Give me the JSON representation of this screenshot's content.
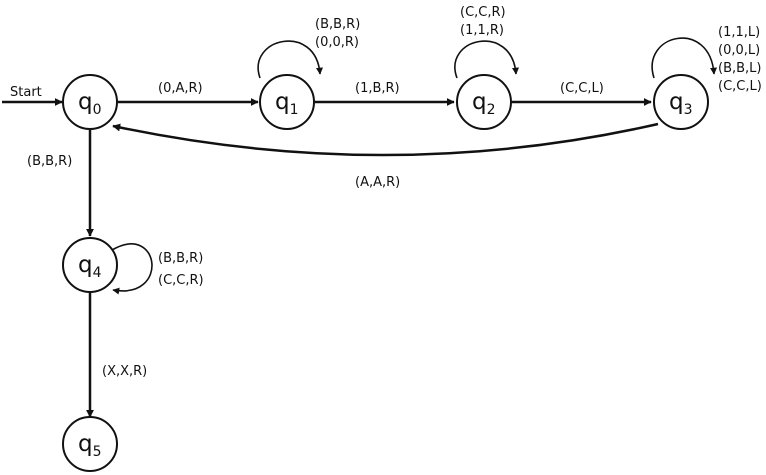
{
  "colors": {
    "stroke": "#111111",
    "fill": "#ffffff"
  },
  "start_label": "Start",
  "states": [
    {
      "id": "q0",
      "letter": "q",
      "sub": "0"
    },
    {
      "id": "q1",
      "letter": "q",
      "sub": "1"
    },
    {
      "id": "q2",
      "letter": "q",
      "sub": "2"
    },
    {
      "id": "q3",
      "letter": "q",
      "sub": "3"
    },
    {
      "id": "q4",
      "letter": "q",
      "sub": "4"
    },
    {
      "id": "q5",
      "letter": "q",
      "sub": "5"
    }
  ],
  "transitions": [
    {
      "from": "q0",
      "to": "q1",
      "label": "(0,A,R)"
    },
    {
      "from": "q1",
      "to": "q2",
      "label": "(1,B,R)"
    },
    {
      "from": "q2",
      "to": "q3",
      "label": "(C,C,L)"
    },
    {
      "from": "q3",
      "to": "q0",
      "label": "(A,A,R)"
    },
    {
      "from": "q0",
      "to": "q4",
      "label": "(B,B,R)"
    },
    {
      "from": "q4",
      "to": "q5",
      "label": "(X,X,R)"
    }
  ],
  "self_loops": [
    {
      "state": "q1",
      "labels": [
        "(B,B,R)",
        "(0,0,R)"
      ]
    },
    {
      "state": "q2",
      "labels": [
        "(C,C,R)",
        "(1,1,R)"
      ]
    },
    {
      "state": "q3",
      "labels": [
        "(1,1,L)",
        "(0,0,L)",
        "(B,B,L)",
        "(C,C,L)"
      ]
    },
    {
      "state": "q4",
      "labels": [
        "(B,B,R)",
        "(C,C,R)"
      ]
    }
  ]
}
